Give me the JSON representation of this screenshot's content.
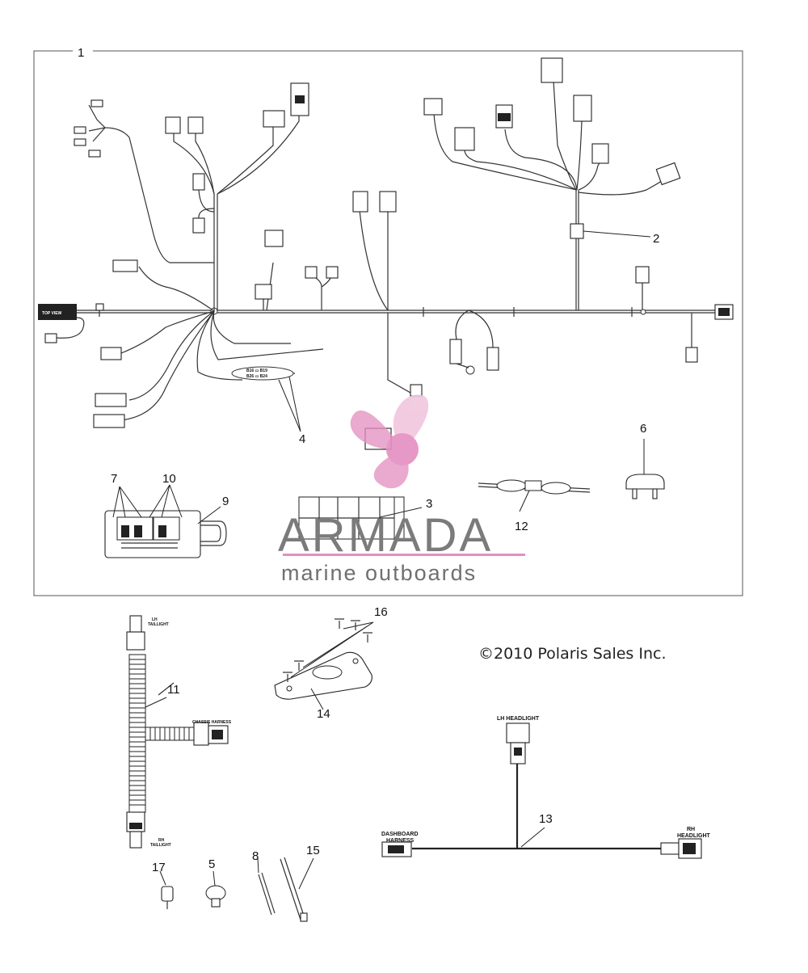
{
  "callouts": [
    {
      "id": "1",
      "text": "1"
    },
    {
      "id": "2",
      "text": "2"
    },
    {
      "id": "3",
      "text": "3"
    },
    {
      "id": "4",
      "text": "4"
    },
    {
      "id": "5",
      "text": "5"
    },
    {
      "id": "6",
      "text": "6"
    },
    {
      "id": "7",
      "text": "7"
    },
    {
      "id": "8",
      "text": "8"
    },
    {
      "id": "9",
      "text": "9"
    },
    {
      "id": "10",
      "text": "10"
    },
    {
      "id": "11",
      "text": "11"
    },
    {
      "id": "12",
      "text": "12"
    },
    {
      "id": "13",
      "text": "13"
    },
    {
      "id": "14",
      "text": "14"
    },
    {
      "id": "15",
      "text": "15"
    },
    {
      "id": "16",
      "text": "16"
    },
    {
      "id": "17",
      "text": "17"
    }
  ],
  "labels": {
    "top_view": "TOP VIEW",
    "lh_taillight": [
      "LH",
      "TAILLIGHT"
    ],
    "rh_taillight": [
      "RH",
      "TAILLIGHT"
    ],
    "chassis_harness": "CHASSIS HARNESS",
    "lh_headlight": "LH HEADLIGHT",
    "rh_headlight": [
      "RH",
      "HEADLIGHT"
    ],
    "dashboard_harness": [
      "DASHBOARD",
      "HARNESS"
    ]
  },
  "copyright": "©2010 Polaris Sales Inc.",
  "watermark": {
    "brand": "ARMADA",
    "tagline": "marine outboards",
    "colors": {
      "pink": "#e48fc0",
      "pink_light": "#f1c6de",
      "gray": "#7b7b7b"
    }
  }
}
